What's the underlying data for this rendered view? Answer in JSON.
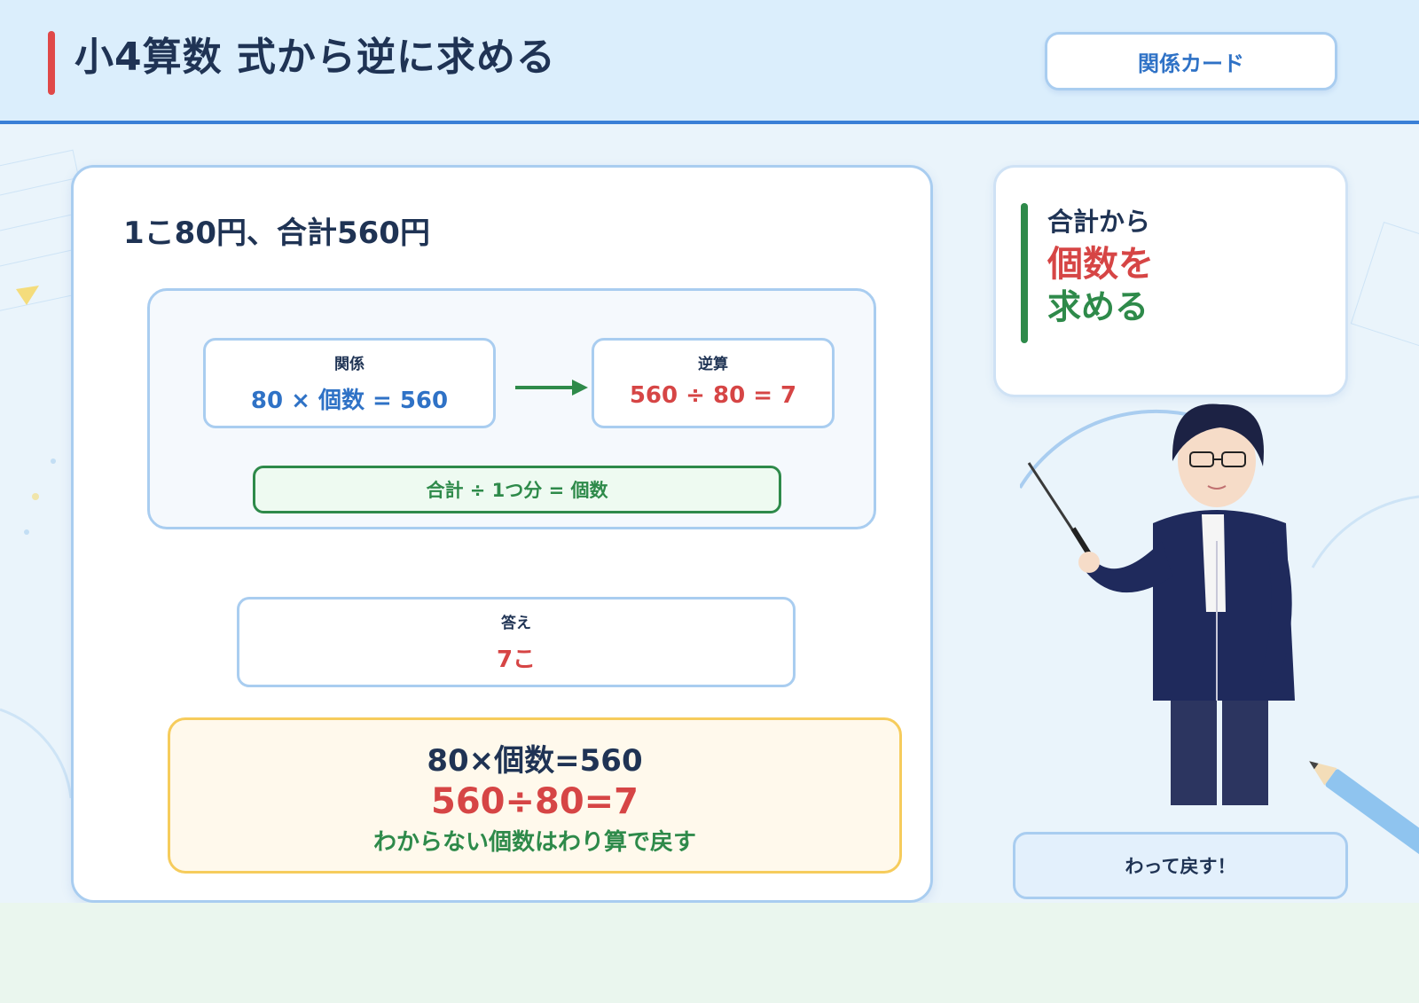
{
  "header": {
    "title": "小4算数 式から逆に求める",
    "card_button": "関係カード"
  },
  "main": {
    "problem": "1こ80円、合計560円",
    "relation": {
      "label": "関係",
      "equation": "80 × 個数 = 560"
    },
    "inverse": {
      "label": "逆算",
      "equation": "560 ÷ 80 = 7"
    },
    "rule": "合計 ÷ 1つ分 = 個数",
    "answer": {
      "label": "答え",
      "value": "7こ"
    },
    "summary": {
      "line1": "80×個数=560",
      "line2": "560÷80=7",
      "line3": "わからない個数はわり算で戻す"
    }
  },
  "side": {
    "line1": "合計から",
    "line2": "個数を",
    "line3": "求める"
  },
  "speech": "わって戻す！",
  "colors": {
    "accent_blue": "#3a7fd6",
    "accent_red": "#e04848",
    "accent_green": "#2e8a4a",
    "accent_yellow": "#f6cc5c"
  },
  "icons": {
    "arrow": "right-arrow-icon",
    "character": "teacher-character"
  }
}
